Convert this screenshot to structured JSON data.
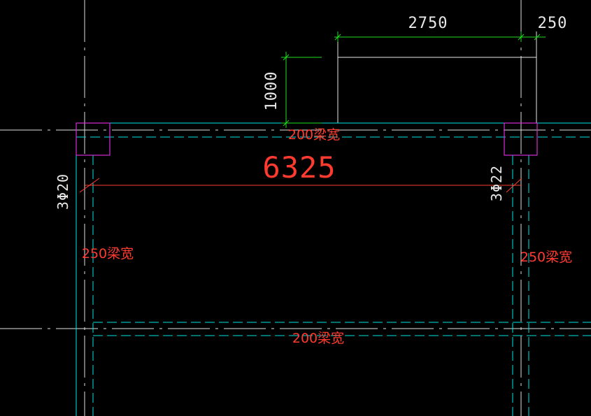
{
  "colors": {
    "background": "#000000",
    "beam_line": "#00e5e5",
    "grid_line": "#e0e0e0",
    "dimension_green": "#22dd22",
    "dimension_red": "#ff3b30",
    "column_magenta": "#d62ad6",
    "label_red": "#ff3b30",
    "white_text": "#e8e8e8"
  },
  "dimensions": {
    "top_width": "2750",
    "top_right_width": "250",
    "left_height": "1000",
    "span": "6325"
  },
  "beam_labels": {
    "top": "200梁宽",
    "left": "250梁宽",
    "right": "250梁宽",
    "bottom": "200梁宽"
  },
  "rebar_labels": {
    "left": "3Φ20",
    "right": "3Φ22"
  }
}
